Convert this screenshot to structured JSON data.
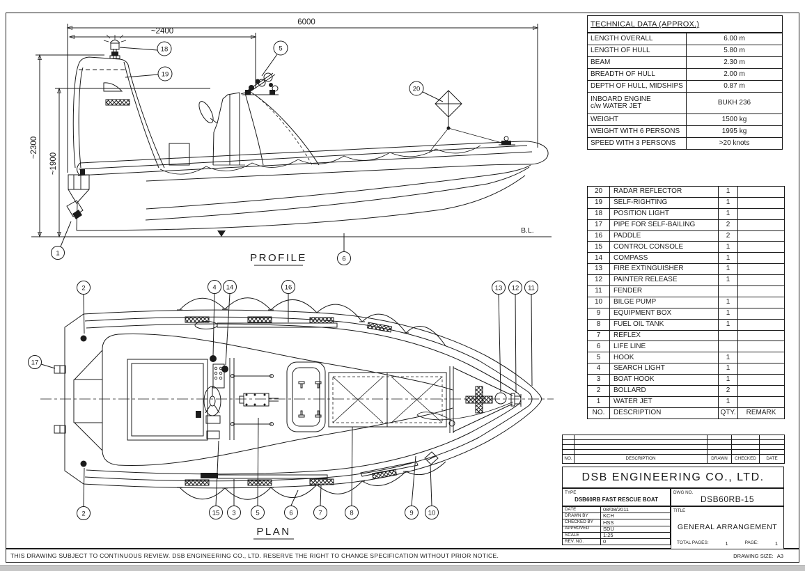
{
  "sheet": {
    "footer_note": "THIS DRAWING SUBJECT TO CONTINUOUS REVIEW. DSB ENGINEERING CO., LTD. RESERVE THE RIGHT TO CHANGE SPECIFICATION WITHOUT PRIOR NOTICE.",
    "drawing_size_label": "DRAWING SIZE:",
    "drawing_size_value": "A3"
  },
  "profile": {
    "title": "PROFILE",
    "baseline_label": "B.L.",
    "dim_overall": "6000",
    "dim_aft": "~2400",
    "dim_height_max": "~2300",
    "dim_height_console": "~1900",
    "callout_water_jet": "1",
    "callout_hook": "5",
    "callout_life_line": "6",
    "callout_position_light": "18",
    "callout_self_righting": "19",
    "callout_radar_reflector": "20"
  },
  "plan": {
    "title": "PLAN",
    "callout_bollard": "2",
    "callout_boat_hook": "3",
    "callout_search_light": "4",
    "callout_hook": "5",
    "callout_life_line": "6",
    "callout_reflex": "7",
    "callout_fuel_oil_tank": "8",
    "callout_equipment_box": "9",
    "callout_bilge_pump": "10",
    "callout_fender": "11",
    "callout_painter_release": "12",
    "callout_fire_extinguisher": "13",
    "callout_compass": "14",
    "callout_control_console": "15",
    "callout_paddle": "16",
    "callout_pipe_self_bailing": "17"
  },
  "technical_data": {
    "title": "TECHNICAL DATA (APPROX.)",
    "rows": [
      {
        "label": "LENGTH OVERALL",
        "value": "6.00 m"
      },
      {
        "label": "LENGTH OF HULL",
        "value": "5.80 m"
      },
      {
        "label": "BEAM",
        "value": "2.30 m"
      },
      {
        "label": "BREADTH OF HULL",
        "value": "2.00 m"
      },
      {
        "label": "DEPTH OF HULL, MIDSHIPS",
        "value": "0.87 m"
      },
      {
        "label": "INBOARD ENGINE\nc/w WATER JET",
        "value": "BUKH 236"
      },
      {
        "label": "WEIGHT",
        "value": "1500 kg"
      },
      {
        "label": "WEIGHT WITH 6 PERSONS",
        "value": "1995 kg"
      },
      {
        "label": "SPEED WITH 3 PERSONS",
        "value": ">20 knots"
      }
    ]
  },
  "parts_list": {
    "columns": {
      "no": "NO.",
      "description": "DESCRIPTION",
      "qty": "QTY.",
      "remark": "REMARK"
    },
    "items": [
      {
        "no": "20",
        "description": "RADAR REFLECTOR",
        "qty": "1",
        "remark": ""
      },
      {
        "no": "19",
        "description": "SELF-RIGHTING",
        "qty": "1",
        "remark": ""
      },
      {
        "no": "18",
        "description": "POSITION LIGHT",
        "qty": "1",
        "remark": ""
      },
      {
        "no": "17",
        "description": "PIPE FOR SELF-BAILING",
        "qty": "2",
        "remark": ""
      },
      {
        "no": "16",
        "description": "PADDLE",
        "qty": "2",
        "remark": ""
      },
      {
        "no": "15",
        "description": "CONTROL CONSOLE",
        "qty": "1",
        "remark": ""
      },
      {
        "no": "14",
        "description": "COMPASS",
        "qty": "1",
        "remark": ""
      },
      {
        "no": "13",
        "description": "FIRE EXTINGUISHER",
        "qty": "1",
        "remark": ""
      },
      {
        "no": "12",
        "description": "PAINTER RELEASE",
        "qty": "1",
        "remark": ""
      },
      {
        "no": "11",
        "description": "FENDER",
        "qty": "",
        "remark": ""
      },
      {
        "no": "10",
        "description": "BILGE PUMP",
        "qty": "1",
        "remark": ""
      },
      {
        "no": "9",
        "description": "EQUIPMENT BOX",
        "qty": "1",
        "remark": ""
      },
      {
        "no": "8",
        "description": "FUEL OIL TANK",
        "qty": "1",
        "remark": ""
      },
      {
        "no": "7",
        "description": "REFLEX",
        "qty": "",
        "remark": ""
      },
      {
        "no": "6",
        "description": "LIFE LINE",
        "qty": "",
        "remark": ""
      },
      {
        "no": "5",
        "description": "HOOK",
        "qty": "1",
        "remark": ""
      },
      {
        "no": "4",
        "description": "SEARCH LIGHT",
        "qty": "1",
        "remark": ""
      },
      {
        "no": "3",
        "description": "BOAT HOOK",
        "qty": "1",
        "remark": ""
      },
      {
        "no": "2",
        "description": "BOLLARD",
        "qty": "2",
        "remark": ""
      },
      {
        "no": "1",
        "description": "WATER JET",
        "qty": "1",
        "remark": ""
      }
    ]
  },
  "revision_table": {
    "headers": {
      "no": "NO.",
      "description": "DESCRIPTION",
      "drawn": "DRAWN",
      "checked": "CHECKED",
      "date": "DATE"
    }
  },
  "title_block": {
    "company": "DSB ENGINEERING CO., LTD.",
    "type_label": "TYPE",
    "type_value": "DSB60RB FAST RESCUE BOAT",
    "dwg_no_label": "DWG NO.",
    "dwg_no_value": "DSB60RB-15",
    "title_label": "TITLE",
    "title_value": "GENERAL ARRANGEMENT",
    "fields": [
      {
        "label": "DATE",
        "value": "08/08/2011"
      },
      {
        "label": "DRAWN BY",
        "value": "KCH"
      },
      {
        "label": "CHECKED BY",
        "value": "HSS"
      },
      {
        "label": "APPROVED",
        "value": "SDU"
      },
      {
        "label": "SCALE",
        "value": "1:25"
      },
      {
        "label": "REV. NO.",
        "value": "0"
      }
    ],
    "total_pages_label": "TOTAL PAGES:",
    "total_pages_value": "1",
    "page_label": "PAGE:",
    "page_value": "1"
  }
}
